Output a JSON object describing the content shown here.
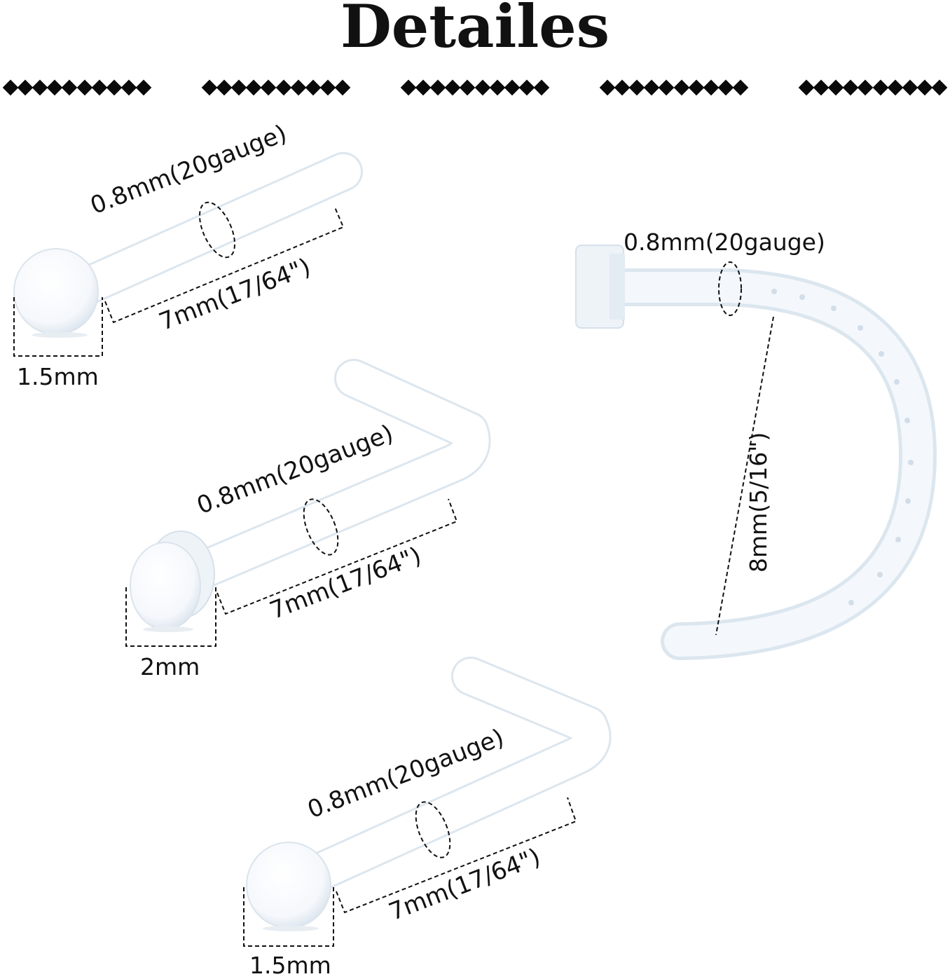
{
  "title": "Detailes",
  "items": [
    {
      "gauge": "0.8mm(20gauge)",
      "length": "7mm(17/64\")",
      "head": "1.5mm"
    },
    {
      "gauge": "0.8mm(20gauge)",
      "length": "7mm(17/64\")",
      "head": "2mm"
    },
    {
      "gauge": "0.8mm(20gauge)",
      "length": "7mm(17/64\")",
      "head": "1.5mm"
    },
    {
      "gauge": "0.8mm(20gauge)",
      "diameter": "8mm(5/16\")"
    }
  ],
  "colors": {
    "text": "#111111",
    "divider": "#0a0a0a",
    "jewel_fill": "#f6f9fd",
    "jewel_edge": "#d9e4ee"
  }
}
